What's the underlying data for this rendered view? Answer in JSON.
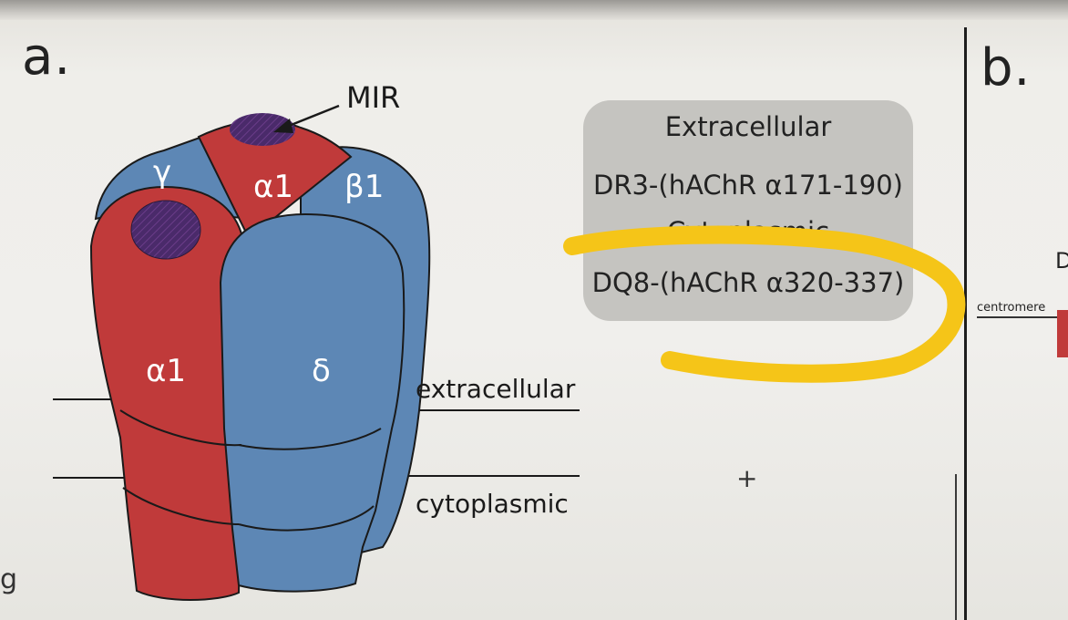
{
  "panel_a": {
    "label": "a.",
    "mir_label": "MIR",
    "subunits": {
      "gamma": "γ",
      "alpha1_top": "α1",
      "beta1": "β1",
      "alpha1_front": "α1",
      "delta": "δ"
    },
    "membrane_labels": {
      "extracellular": "extracellular",
      "cytoplasmic": "cytoplasmic"
    }
  },
  "info_box": {
    "line1": "Extracellular",
    "line2": "DR3-(hAChR α171-190)",
    "line3": "Cytoplasmic",
    "line4": "DQ8-(hAChR α320-337)"
  },
  "panel_b": {
    "label": "b.",
    "edge_letter": "D",
    "centromere_label": "centromere"
  },
  "edge_fragment": "g",
  "colors": {
    "red_subunit": "#c03a3a",
    "blue_subunit": "#5d87b5",
    "mir_purple": "#4a2a6a",
    "highlight_yellow": "#f5c518",
    "box_gray": "#c5c4c0"
  }
}
